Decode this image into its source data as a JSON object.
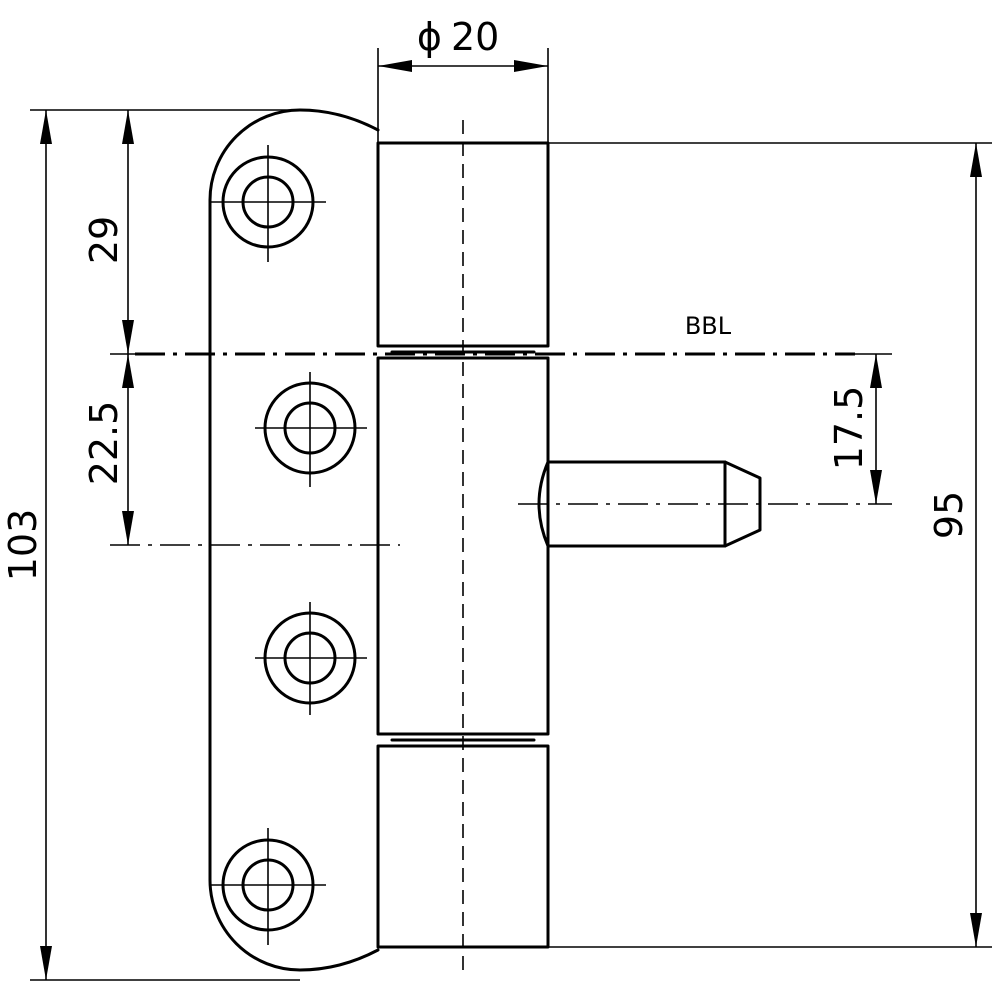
{
  "dimensions": {
    "diameter_symbol": "ϕ",
    "diameter_value": "20",
    "overall_height": "103",
    "pin_height": "95",
    "top_to_bbl": "29",
    "bbl_to_hole": "22.5",
    "bbl_to_pin": "17.5"
  },
  "labels": {
    "reference_line": "BBL"
  }
}
